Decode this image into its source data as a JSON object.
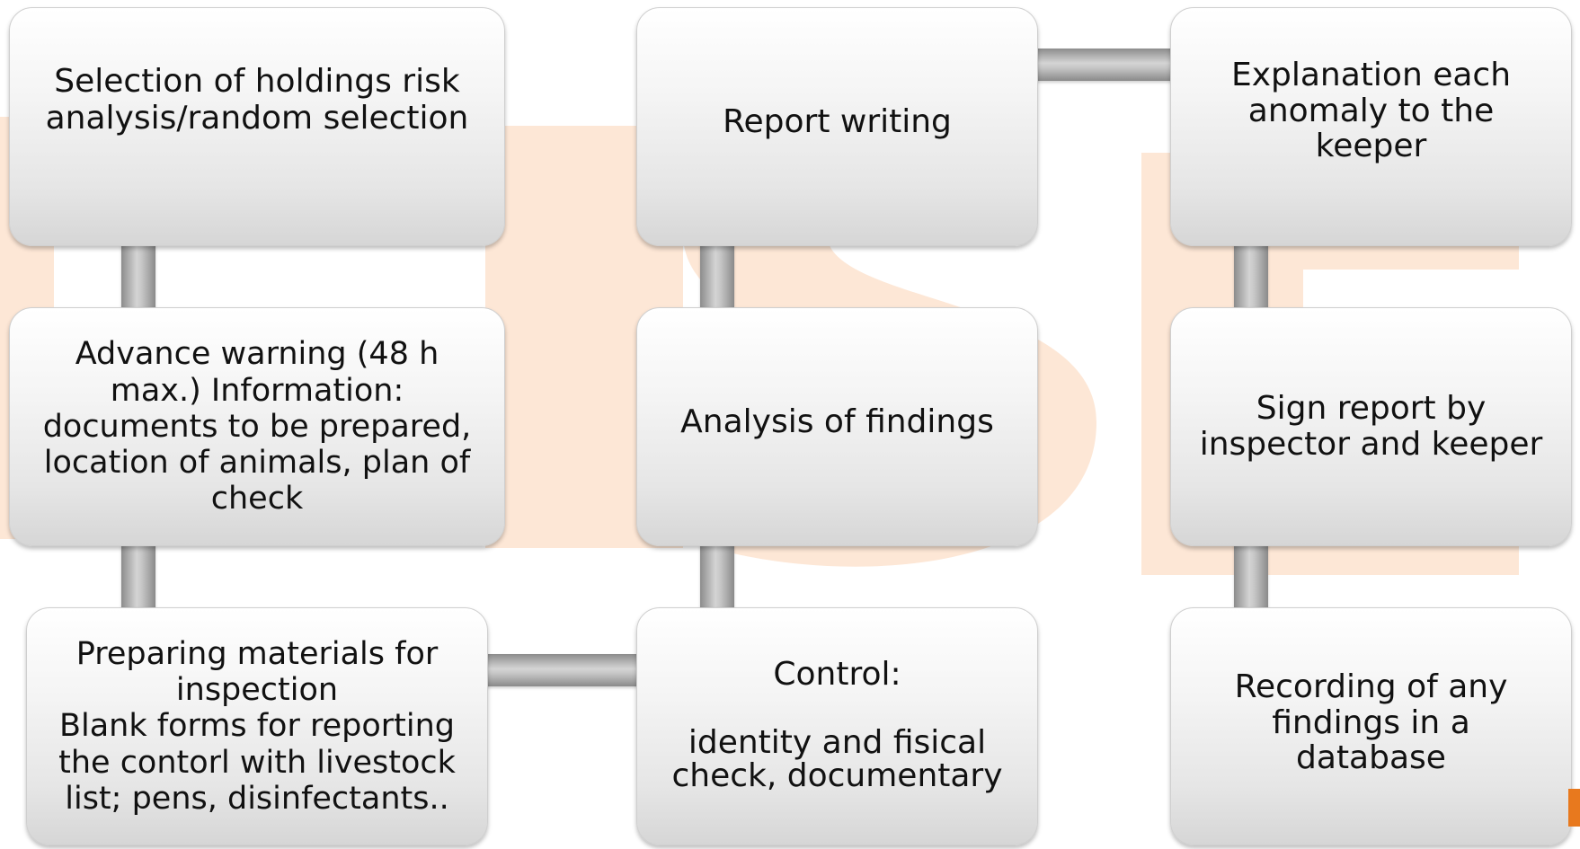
{
  "colors": {
    "watermark": "#fde7d6",
    "box_gradient_top": "#ffffff",
    "box_gradient_bottom": "#d6d6d6",
    "connector": "#b5b5b5",
    "accent": "#e8791e"
  },
  "boxes": {
    "selection": "Selection of holdings risk\nanalysis/random selection",
    "advance_warning": "Advance warning (48 h\nmax.) Information:\ndocuments to be prepared,\nlocation of animals, plan of\ncheck",
    "preparing": "Preparing materials for\ninspection\nBlank forms for reporting\nthe contorl with livestock\nlist; pens, disinfectants..",
    "control": "Control:\n\nidentity and fisical\ncheck, documentary",
    "analysis": "Analysis of findings",
    "report_writing": "Report writing",
    "explanation": "Explanation each\nanomaly to the\nkeeper",
    "sign_report": "Sign report by\ninspector and keeper",
    "recording": "Recording of any\nfindings in a\ndatabase"
  }
}
